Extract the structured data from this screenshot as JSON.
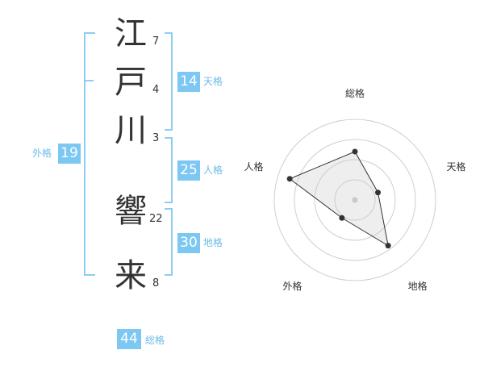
{
  "name": {
    "chars": [
      {
        "char": "江",
        "strokes": "7"
      },
      {
        "char": "戸",
        "strokes": "4"
      },
      {
        "char": "川",
        "strokes": "3"
      },
      {
        "char": "響",
        "strokes": "22"
      },
      {
        "char": "来",
        "strokes": "8"
      }
    ]
  },
  "kaku": {
    "tenkaku": {
      "value": "14",
      "label": "天格"
    },
    "jinkaku": {
      "value": "25",
      "label": "人格"
    },
    "chikaku": {
      "value": "30",
      "label": "地格"
    },
    "gaikaku": {
      "value": "19",
      "label": "外格"
    },
    "soukaku": {
      "value": "44",
      "label": "総格"
    }
  },
  "colors": {
    "accent": "#7cc8f2",
    "line": "#8ecdf3"
  },
  "chart_data": {
    "type": "radar",
    "axes": [
      "総格",
      "天格",
      "地格",
      "外格",
      "人格"
    ],
    "rings": 4,
    "max": 4,
    "values": [
      2.4,
      1.2,
      2.8,
      1.1,
      3.4
    ]
  }
}
